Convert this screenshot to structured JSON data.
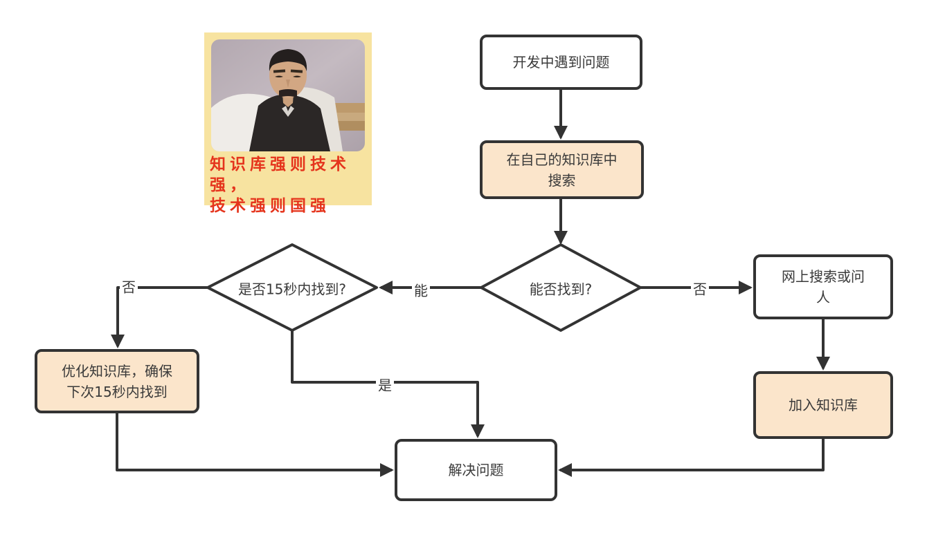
{
  "poster": {
    "caption": "知识库强则技术强，\n技术强则国强"
  },
  "flowchart": {
    "nodes": {
      "start": "开发中遇到问题",
      "search": "在自己的知识库中\n搜索",
      "found": "能否找到?",
      "fast": "是否15秒内找到?",
      "online": "网上搜索或问\n人",
      "add": "加入知识库",
      "optimize": "优化知识库，确保\n下次15秒内找到",
      "solve": "解决问题"
    },
    "edge_labels": {
      "can": "能",
      "no_to_online": "否",
      "no_to_optimize": "否",
      "yes_to_solve": "是"
    },
    "colors": {
      "line": "#333333",
      "node_border": "#333333",
      "node_fill_highlight": "#fbe5cb",
      "node_fill_plain": "#ffffff",
      "text": "#3a3a3a",
      "poster_bg": "#f7e3a0",
      "caption_red": "#e5341c"
    }
  }
}
